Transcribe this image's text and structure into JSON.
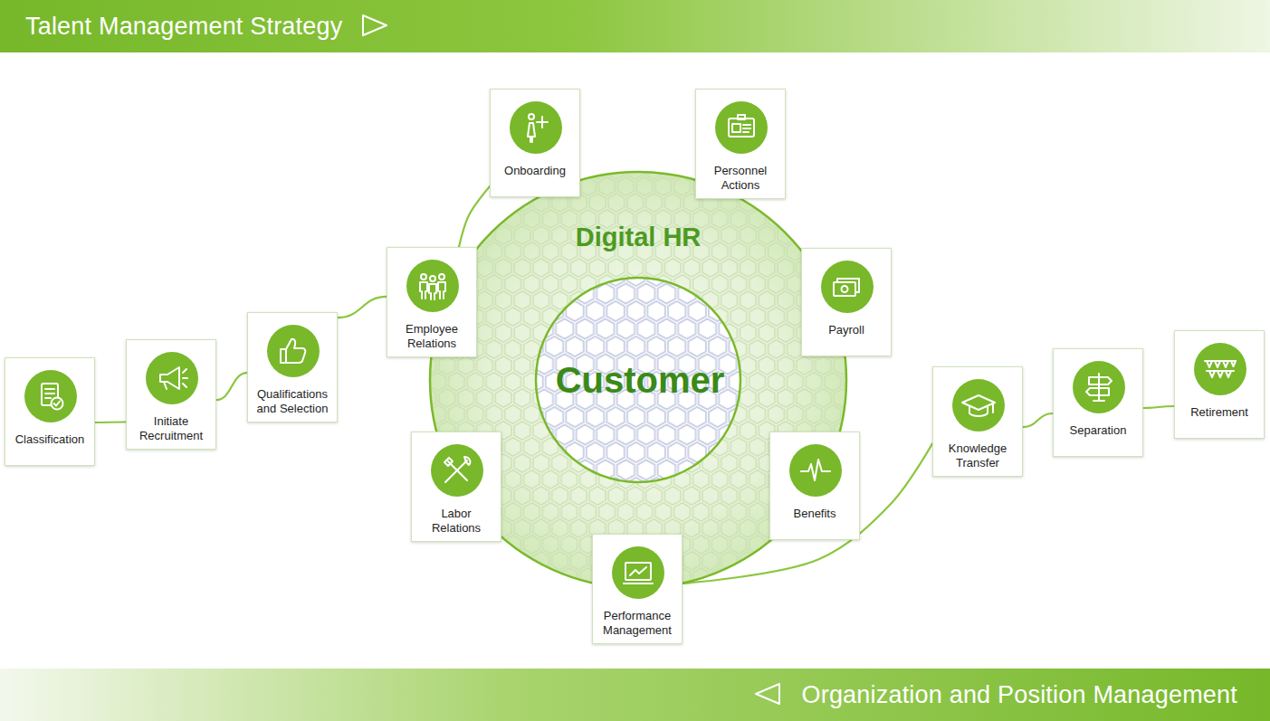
{
  "diagram": {
    "nodes": [
      {
        "text": [
          "Talent Management Strategy"
        ]
      },
      {
        "text": [
          "Classification"
        ]
      },
      {
        "text": [
          "Initiate Recruitment"
        ]
      },
      {
        "text": [
          "Qualifications and Selection"
        ]
      },
      {
        "text": [
          "Employee Relations"
        ]
      },
      {
        "text": [
          "Onboarding"
        ]
      },
      {
        "text": [
          "Digital HR"
        ]
      },
      {
        "text": [
          "Customer"
        ],
        "in": 6
      },
      {
        "text": [
          "Personnel Actions"
        ]
      },
      {
        "text": [
          "Payroll"
        ]
      },
      {
        "text": [
          "Benefits"
        ]
      },
      {
        "text": [
          "Performance Management"
        ]
      },
      {
        "text": [
          "Labor Relations"
        ]
      },
      {
        "text": [
          "Knowledge Transfer"
        ]
      },
      {
        "text": [
          "Separation"
        ]
      },
      {
        "text": [
          "Retirement"
        ]
      },
      {
        "text": [
          "Organization and Position Management"
        ]
      }
    ],
    "edges": [
      {
        "from": 1,
        "to": 2,
        "arrow": "none"
      },
      {
        "from": 2,
        "to": 3,
        "arrow": "none"
      },
      {
        "from": 3,
        "to": 4,
        "arrow": "none"
      },
      {
        "from": 4,
        "to": 5,
        "arrow": "none"
      },
      {
        "from": 11,
        "to": 13,
        "arrow": "none"
      },
      {
        "from": 13,
        "to": 14,
        "arrow": "none"
      },
      {
        "from": 14,
        "to": 15,
        "arrow": "none"
      }
    ]
  }
}
